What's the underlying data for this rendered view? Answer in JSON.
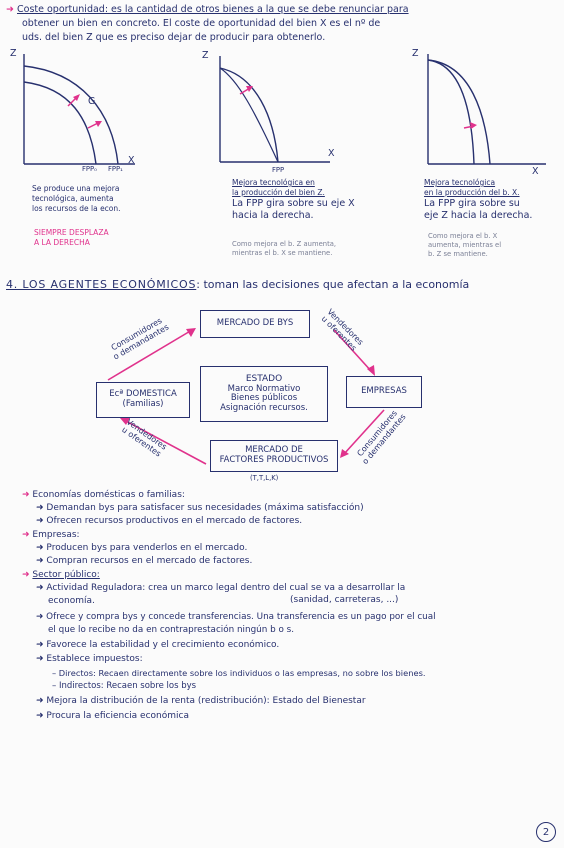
{
  "intro": {
    "line1": "Coste oportunidad: es la cantidad de otros bienes a la que se debe renunciar para",
    "line2": "obtener un bien en concreto. El coste de oportunidad del bien X es el nº de",
    "line3": "uds. del bien Z que es preciso dejar de producir para obtenerlo."
  },
  "graphs": {
    "g1": {
      "y_axis": "Z",
      "x_axis": "X",
      "curve_label": "G",
      "ppf0": "FPP₀",
      "ppf1": "FPP₁",
      "caption": [
        "Se produce una mejora",
        "tecnológica, aumenta",
        "los recursos de la econ."
      ],
      "note": [
        "SIEMPRE DESPLAZA",
        "A LA DERECHA"
      ]
    },
    "g2": {
      "y_axis": "Z",
      "x_axis": "X",
      "ppf": "FPP",
      "caption": [
        "Mejora tecnológica en",
        "la producción del bien Z.",
        "La FPP gira sobre su eje X",
        "hacia la derecha."
      ],
      "note": [
        "Como mejora el b. Z aumenta,",
        "mientras el b. X se mantiene."
      ]
    },
    "g3": {
      "y_axis": "Z",
      "x_axis": "X",
      "caption": [
        "Mejora tecnológica",
        "en la producción del b. X.",
        "La FPP gira sobre su",
        "eje Z hacia la derecha."
      ],
      "note": [
        "Como mejora el b. X",
        "aumenta, mientras el",
        "b. Z se mantiene."
      ]
    }
  },
  "section4": {
    "title": "4. LOS AGENTES ECONÓMICOS",
    "subtitle": ": toman las decisiones que afectan a la economía"
  },
  "diagram": {
    "mercado_bys": "MERCADO DE BYS",
    "estado": [
      "ESTADO",
      "Marco Normativo",
      "Bienes públicos",
      "Asignación recursos."
    ],
    "domestica": [
      "Ecª DOMESTICA",
      "(Familias)"
    ],
    "empresas": "EMPRESAS",
    "mercado_factores": [
      "MERCADO DE",
      "FACTORES PRODUCTIVOS"
    ],
    "factores_sub": "(T,T,L,K)",
    "lbl_consumidores_top": [
      "Consumidores",
      "o demandantes"
    ],
    "lbl_vendedores_top": [
      "Vendedores",
      "u oferentes"
    ],
    "lbl_vendedores_bottom": [
      "Vendedores",
      "u oferentes"
    ],
    "lbl_consumidores_bottom": [
      "Consumidores",
      "o demandantes"
    ]
  },
  "agents": {
    "familias_title": "Economías domésticas o familias:",
    "familias_1": "Demandan bys para satisfacer sus necesidades (máxima satisfacción)",
    "familias_2": "Ofrecen recursos productivos en el mercado de factores.",
    "empresas_title": "Empresas:",
    "empresas_1": "Producen bys para venderlos en el mercado.",
    "empresas_2": "Compran recursos en el mercado de factores.",
    "sector_title": "Sector público:",
    "sector_1a": "Actividad Reguladora: crea un marco legal dentro del cual se va a desarrollar la",
    "sector_1b": "economía.",
    "sector_1c": "(sanidad, carreteras, ...)",
    "sector_2a": "Ofrece y compra bys y concede transferencias. Una transferencia es un pago por el cual",
    "sector_2b": "el que lo recibe no da en contraprestación ningún b o s.",
    "sector_3": "Favorece la estabilidad y el crecimiento económico.",
    "sector_4": "Establece impuestos:",
    "sector_4a": "– Directos: Recaen directamente sobre los individuos o las empresas, no sobre los bienes.",
    "sector_4b": "– Indirectos: Recaen sobre los bys",
    "sector_5": "Mejora la distribución de la renta (redistribución): Estado del Bienestar",
    "sector_6": "Procura la eficiencia económica"
  },
  "page_number": "2",
  "colors": {
    "ink": "#27306e",
    "accent": "#e0328c",
    "faint": "#7b8096"
  }
}
